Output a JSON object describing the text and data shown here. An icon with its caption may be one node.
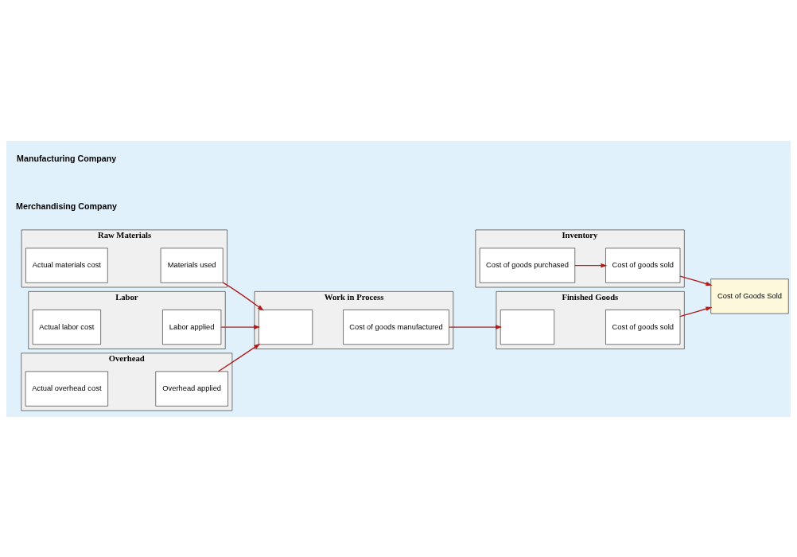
{
  "diagram": {
    "nodes": [
      {
        "text": [
          "Inventory"
        ]
      },
      {
        "text": [
          "Cost of goods purchased"
        ],
        "in": 0
      },
      {
        "text": [
          "Cost of goods sold"
        ],
        "in": 0
      },
      {
        "text": [
          "Raw Materials"
        ]
      },
      {
        "text": [
          "Actual materials cost"
        ],
        "in": 3
      },
      {
        "text": [
          "Materials used"
        ],
        "in": 3
      },
      {
        "text": [
          "Labor"
        ]
      },
      {
        "text": [
          "Actual labor cost"
        ],
        "in": 6
      },
      {
        "text": [
          "Labor applied"
        ],
        "in": 6
      },
      {
        "text": [
          "Overhead"
        ]
      },
      {
        "text": [
          "Actual overhead cost"
        ],
        "in": 9
      },
      {
        "text": [
          "Overhead applied"
        ],
        "in": 9
      },
      {
        "text": [
          "Work in Process"
        ]
      },
      {
        "text": [],
        "shape": "box",
        "in": 12
      },
      {
        "text": [
          "Cost of goods manufactured"
        ],
        "in": 12
      },
      {
        "text": [
          "Finished Goods"
        ]
      },
      {
        "text": [],
        "shape": "box",
        "in": 15
      },
      {
        "text": [
          "Cost of goods sold"
        ],
        "in": 15
      },
      {
        "text": [
          "Cost of Goods Sold"
        ]
      }
    ],
    "edges": [
      {
        "from": 1,
        "to": 2,
        "arrow": "to"
      },
      {
        "from": 2,
        "to": 18,
        "arrow": "to"
      },
      {
        "from": 5,
        "to": 13,
        "arrow": "to"
      },
      {
        "from": 8,
        "to": 13,
        "arrow": "to"
      },
      {
        "from": 11,
        "to": 13,
        "arrow": "to"
      },
      {
        "from": 14,
        "to": 16,
        "arrow": "to"
      },
      {
        "from": 17,
        "to": 18,
        "arrow": "to"
      }
    ],
    "labels": [
      "Merchandising Company",
      "Manufacturing Company"
    ]
  }
}
